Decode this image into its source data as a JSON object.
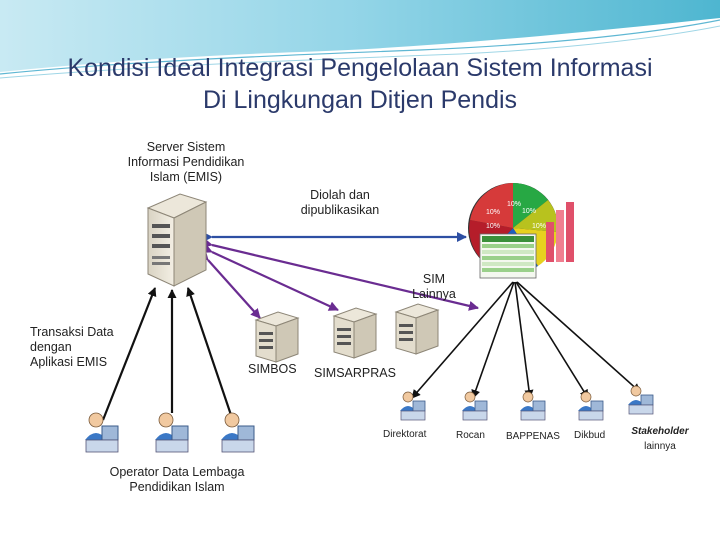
{
  "title": {
    "line1": "Kondisi Ideal Integrasi Pengelolaan Sistem Informasi",
    "line2": "Di Lingkungan Ditjen Pendis"
  },
  "server": {
    "line1": "Server Sistem",
    "line2": "Informasi  Pendidikan",
    "line3": "Islam (EMIS)"
  },
  "publish_label": {
    "line1": "Diolah dan",
    "line2": "dipublikasikan"
  },
  "sim_lainnya": {
    "line1": "SIM",
    "line2": "Lainnya"
  },
  "transaksi": {
    "line1": "Transaksi Data",
    "line2": "dengan",
    "line3": "Aplikasi EMIS"
  },
  "simbos": "SIMBOS",
  "simsarpras": "SIMSARPRAS",
  "operator": {
    "line1": "Operator Data Lembaga",
    "line2": "Pendidikan Islam"
  },
  "stakeholders": {
    "direktorat": "Direktorat",
    "rocan": "Rocan",
    "bappenas": "BAPPENAS",
    "dikbud": "Dikbud",
    "lainnya_line1": "Stakeholder",
    "lainnya_line2": "lainnya"
  },
  "dashboard": {
    "pie_labels": [
      "10%",
      "10%",
      "10%",
      "10%",
      "10%"
    ]
  },
  "colors": {
    "title": "#2b3a6b",
    "blue_line": "#2e4fa3",
    "purple_line": "#6a2c91",
    "black_line": "#111111",
    "header_teal": "#2fa9c8"
  }
}
